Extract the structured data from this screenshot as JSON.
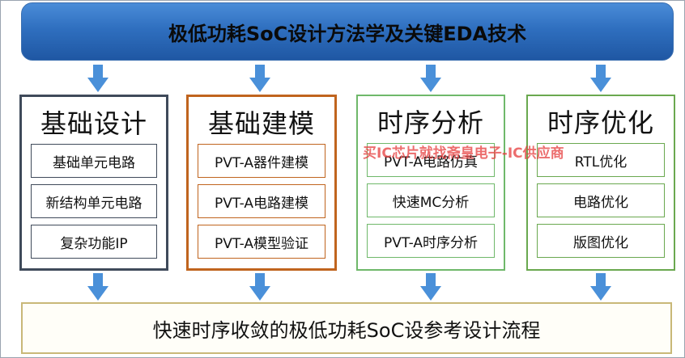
{
  "header": {
    "title": "极低功耗SoC设计方法学及关键EDA技术"
  },
  "columns": [
    {
      "title": "基础设计",
      "items": [
        "基础单元电路",
        "新结构单元电路",
        "复杂功能IP"
      ]
    },
    {
      "title": "基础建模",
      "items": [
        "PVT-A器件建模",
        "PVT-A电路建模",
        "PVT-A模型验证"
      ]
    },
    {
      "title": "时序分析",
      "items": [
        "PVT-A电路仿真",
        "快速MC分析",
        "PVT-A时序分析"
      ]
    },
    {
      "title": "时序优化",
      "items": [
        "RTL优化",
        "电路优化",
        "版图优化"
      ]
    }
  ],
  "footer": {
    "text": "快速时序收敛的极低功耗SoC设参考设计流程"
  },
  "watermark": {
    "text": "买IC芯片就找斋皇电子-IC供应商"
  },
  "colors": {
    "banner": "#2f6fbf",
    "arrow": "#4a90d9",
    "col1_border": "#3f4a5a",
    "col2_border": "#c0641e",
    "col3_border": "#6fb86a",
    "col4_border": "#6aa84f"
  }
}
